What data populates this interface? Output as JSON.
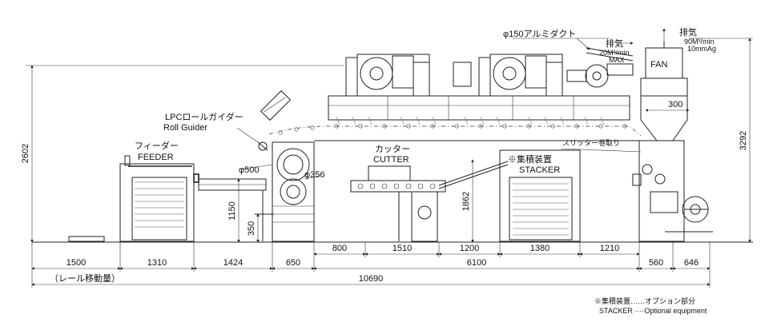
{
  "labels": {
    "duct": "φ150アルミダクト",
    "exhaust1_title": "排気",
    "exhaust1_flow": "20M³/min",
    "exhaust1_max": "MAX",
    "exhaust2_title": "排気",
    "exhaust2_flow": "90M³/min",
    "exhaust2_pressure": "10mmAg",
    "fan": "FAN",
    "roll_guider_jp": "LPCロールガイダー",
    "roll_guider_en": "Roll Guider",
    "feeder_jp": "フィーダー",
    "feeder_en": "FEEDER",
    "cutter_jp": "カッター",
    "cutter_en": "CUTTER",
    "stacker_jp": "※集積装置",
    "stacker_en": "STACKER",
    "slitter": "スリッター巻取り",
    "phi500": "φ500",
    "phi356": "φ356",
    "rail_travel": "（レール移動量）",
    "note_jp": "※集積装置……オプション部分",
    "note_en": "STACKER ····Optional equipment"
  },
  "dimensions": {
    "h2602": "2602",
    "h1150": "1150",
    "h350": "350",
    "h1862": "1862",
    "h3292": "3292",
    "d300": "300",
    "s800": "800",
    "s1510": "1510",
    "s1200": "1200",
    "s1380": "1380",
    "s1210": "1210",
    "r1500": "1500",
    "r1310": "1310",
    "r1424": "1424",
    "r650": "650",
    "r6100": "6100",
    "r560": "560",
    "r646": "646",
    "total": "10690"
  }
}
